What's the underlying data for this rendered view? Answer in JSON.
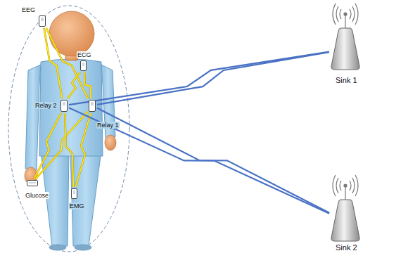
{
  "diagram": {
    "nodes": [
      {
        "text": [
          "EEG"
        ]
      },
      {
        "text": [
          "ECG"
        ]
      },
      {
        "text": [
          "Relay 2"
        ]
      },
      {
        "text": [
          "Relay 1"
        ]
      },
      {
        "text": [
          "Glucose"
        ]
      },
      {
        "text": [
          "EMG"
        ]
      },
      {
        "text": [
          "Sink 1"
        ]
      },
      {
        "text": [
          "Sink 2"
        ]
      }
    ],
    "edges": [
      {
        "from": 0,
        "to": 2,
        "arrow": "none"
      },
      {
        "from": 0,
        "to": 3,
        "arrow": "none"
      },
      {
        "from": 1,
        "to": 2,
        "arrow": "none"
      },
      {
        "from": 1,
        "to": 3,
        "arrow": "none"
      },
      {
        "from": 4,
        "to": 2,
        "arrow": "none"
      },
      {
        "from": 4,
        "to": 3,
        "arrow": "none"
      },
      {
        "from": 5,
        "to": 2,
        "arrow": "none"
      },
      {
        "from": 5,
        "to": 3,
        "arrow": "none"
      },
      {
        "from": 2,
        "to": 6,
        "arrow": "none"
      },
      {
        "from": 3,
        "to": 6,
        "arrow": "none"
      },
      {
        "from": 2,
        "to": 7,
        "arrow": "none"
      },
      {
        "from": 3,
        "to": 7,
        "arrow": "none"
      }
    ]
  }
}
